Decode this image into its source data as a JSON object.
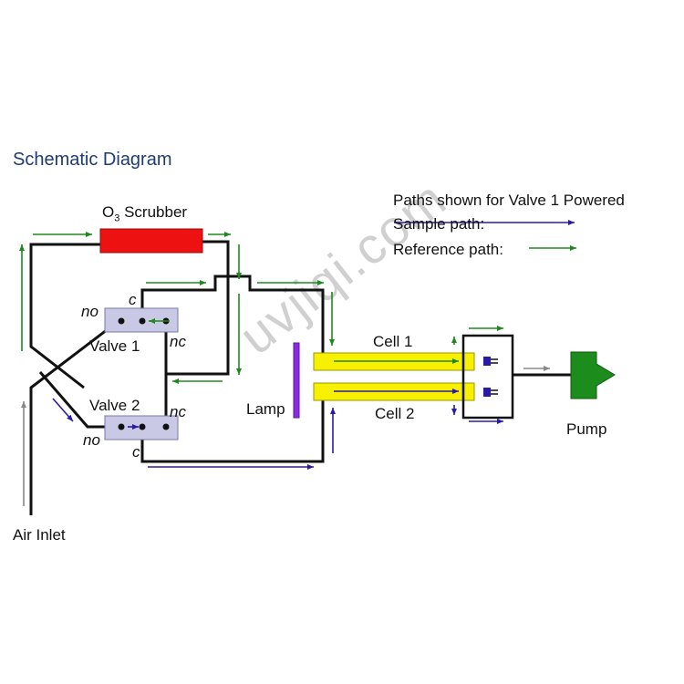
{
  "title": "Schematic Diagram",
  "legend": {
    "heading": "Paths shown for Valve 1 Powered",
    "sample_label": "Sample path:",
    "reference_label": "Reference path:"
  },
  "components": {
    "scrubber": {
      "label": "O",
      "subscript": "3",
      "suffix": " Scrubber"
    },
    "valve1": "Valve 1",
    "valve2": "Valve 2",
    "lamp": "Lamp",
    "cell1": "Cell 1",
    "cell2": "Cell 2",
    "pump": "Pump",
    "air_inlet": "Air Inlet"
  },
  "ports": {
    "v1_no": "no",
    "v1_c": "c",
    "v1_nc": "nc",
    "v2_no": "no",
    "v2_c": "c",
    "v2_nc": "nc"
  },
  "watermark": "uvjiqi.com",
  "colors": {
    "sample_path": "#2a1aa8",
    "reference_path": "#1e8a1e",
    "scrubber": "#ee1111",
    "valve": "#c9c9e6",
    "cell": "#f7f000",
    "lamp": "#8a2be2",
    "pump": "#1c8c1c",
    "detector": "#2a1aa8",
    "gray_arrow": "#888888"
  }
}
